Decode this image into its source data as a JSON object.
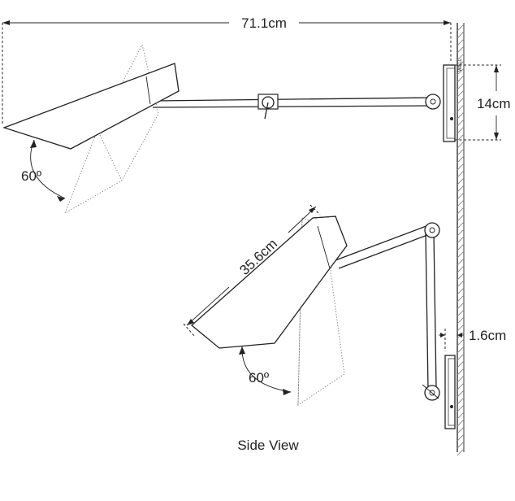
{
  "dimensions": {
    "overall_reach": "71.1cm",
    "backplate_height": "14cm",
    "shade_length": "35.6cm",
    "wall_offset": "1.6cm",
    "tilt_upper": "60º",
    "tilt_lower": "60º"
  },
  "wall_text": "WALL",
  "caption": "Side View"
}
